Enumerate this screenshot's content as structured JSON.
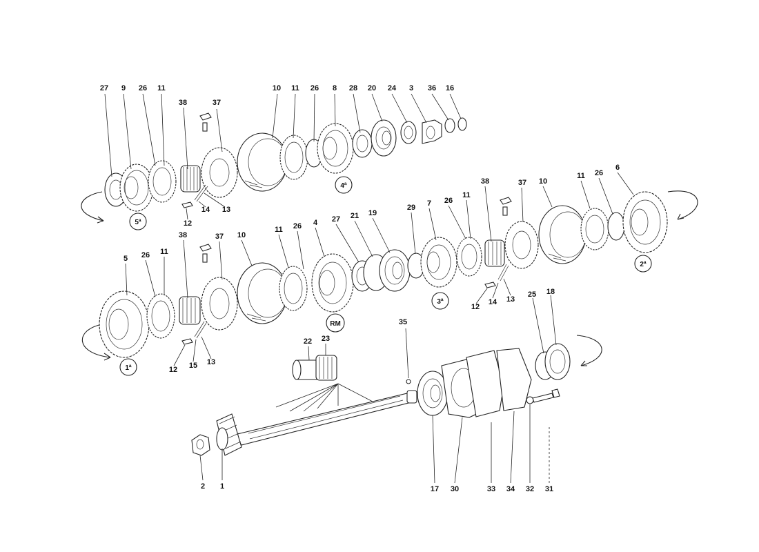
{
  "top_row_labels": [
    "27",
    "9",
    "26",
    "11",
    "38",
    "37",
    "10",
    "11",
    "26",
    "8",
    "28",
    "20",
    "24",
    "3",
    "36",
    "16",
    "12",
    "14",
    "13"
  ],
  "top_gear_badges": [
    "5ª",
    "4ª"
  ],
  "middle_right_labels": [
    "29",
    "7",
    "26",
    "11",
    "38",
    "37",
    "10",
    "11",
    "26",
    "6",
    "12",
    "14",
    "13"
  ],
  "middle_gear_badges": [
    "3ª",
    "2ª"
  ],
  "middle_left_labels": [
    "5",
    "26",
    "11",
    "38",
    "37",
    "10",
    "11",
    "26",
    "4",
    "27",
    "21",
    "19",
    "12",
    "15",
    "13"
  ],
  "middle_left_badges": [
    "1ª",
    "RM"
  ],
  "bottom_labels": [
    "22",
    "23",
    "35",
    "25",
    "18",
    "2",
    "1",
    "17",
    "30",
    "33",
    "34",
    "32",
    "31"
  ]
}
